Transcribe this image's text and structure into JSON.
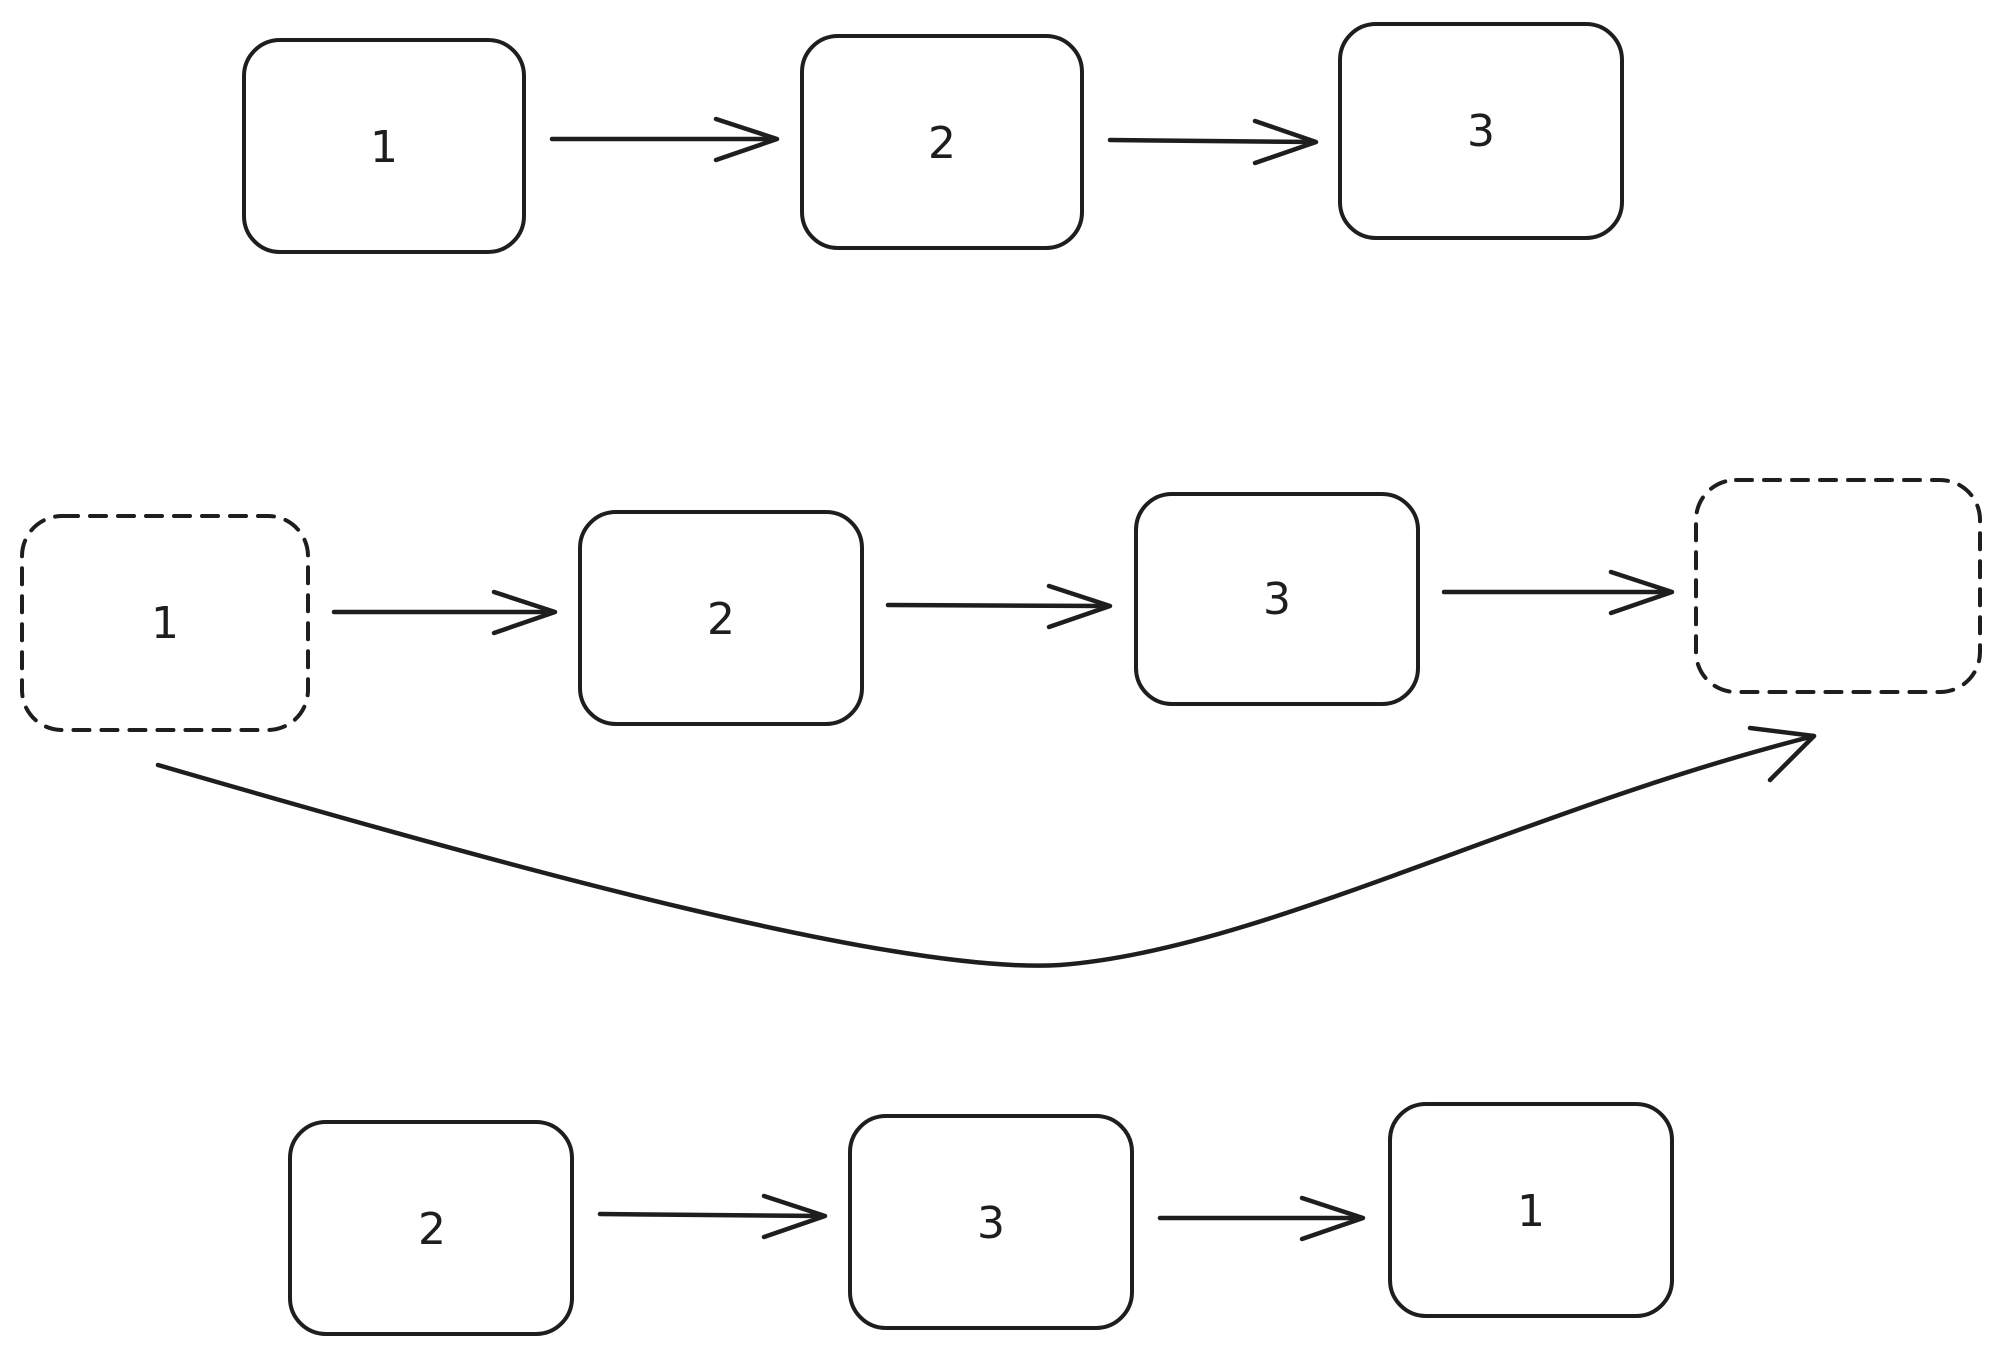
{
  "diagram": {
    "colors": {
      "stroke": "#1e1e1e",
      "background": "#ffffff"
    },
    "rows": [
      {
        "id": "row-1",
        "nodes": [
          {
            "label": "1",
            "style": "solid"
          },
          {
            "label": "2",
            "style": "solid"
          },
          {
            "label": "3",
            "style": "solid"
          }
        ]
      },
      {
        "id": "row-2",
        "nodes": [
          {
            "label": "1",
            "style": "dashed"
          },
          {
            "label": "2",
            "style": "solid"
          },
          {
            "label": "3",
            "style": "solid"
          },
          {
            "label": "",
            "style": "dashed"
          }
        ]
      },
      {
        "id": "row-3",
        "nodes": [
          {
            "label": "2",
            "style": "solid"
          },
          {
            "label": "3",
            "style": "solid"
          },
          {
            "label": "1",
            "style": "solid"
          }
        ]
      }
    ],
    "curved_arrow": {
      "from": "row-2 node 1 (dashed)",
      "to": "row-2 empty dashed slot"
    }
  }
}
